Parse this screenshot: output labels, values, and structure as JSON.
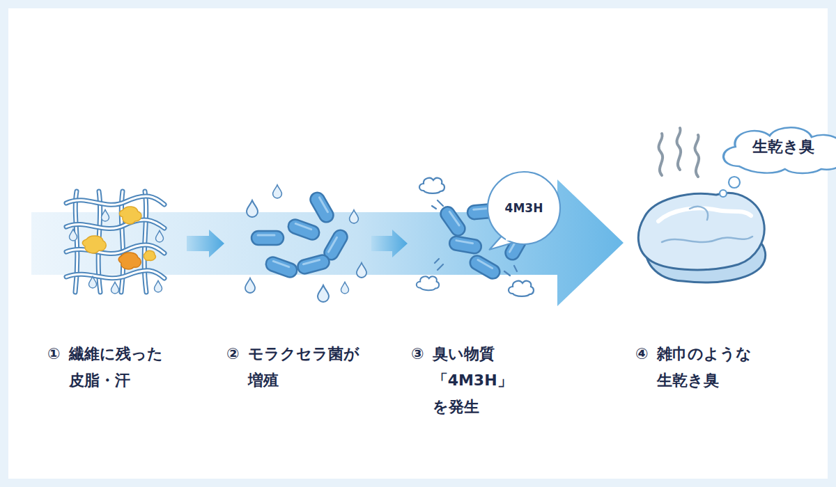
{
  "diagram": {
    "nodes": [
      {
        "text": [
          "①",
          "繊維に残った 皮脂・汗"
        ]
      },
      {
        "text": [
          "②",
          "モラクセラ菌が 増殖"
        ]
      },
      {
        "text": [
          "③",
          "臭い物質 「4M3H」を発生"
        ]
      },
      {
        "text": [
          "4M3H"
        ],
        "in": 2
      },
      {
        "text": [
          "④",
          "雑巾のような 生乾き臭"
        ]
      },
      {
        "text": [
          "生乾き臭"
        ],
        "in": 4
      }
    ],
    "edges": [
      {
        "from": 0,
        "to": 1,
        "arrow": "to"
      },
      {
        "from": 1,
        "to": 2,
        "arrow": "to"
      }
    ]
  }
}
